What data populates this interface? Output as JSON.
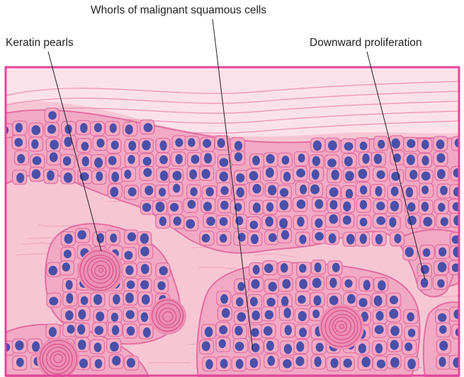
{
  "labels": {
    "whorls": "Whorls of malignant squamous cells",
    "keratin": "Keratin pearls",
    "downward": "Downward proliferation"
  },
  "colors": {
    "frame": "#e0479a",
    "stroma": "#f7c6d4",
    "stroma_fiber": "#eeaac0",
    "keratin_layer": "#fbe1ea",
    "epithelium": "#f2a9c4",
    "cell_border": "#e16fa1",
    "nucleus": "#4a4fa8",
    "pearl": "#ec8fb3",
    "pearl_ring": "#d9568f",
    "leader": "#231f20"
  }
}
